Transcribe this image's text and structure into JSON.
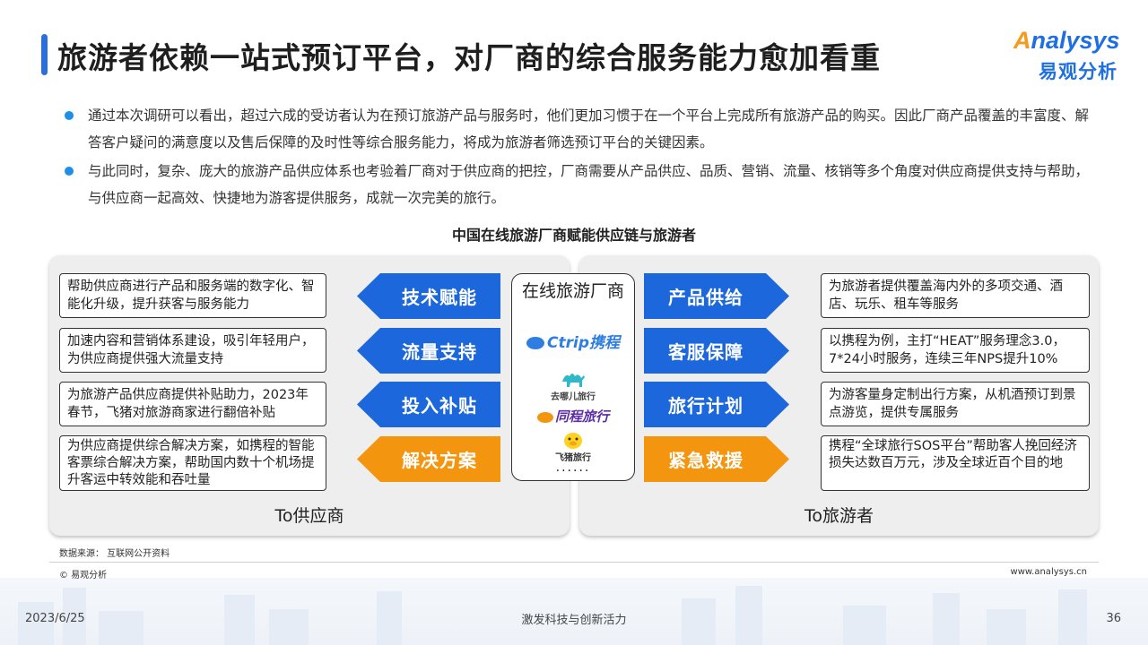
{
  "header": {
    "title": "旅游者依赖一站式预订平台，对厂商的综合服务能力愈加看重",
    "logo_en_a": "A",
    "logo_en_rest": "nalysys",
    "logo_cn": "易观分析"
  },
  "bullets": [
    "通过本次调研可以看出，超过六成的受访者认为在预订旅游产品与服务时，他们更加习惯于在一个平台上完成所有旅游产品的购买。因此厂商产品覆盖的丰富度、解答客户疑问的满意度以及售后保障的及时性等综合服务能力，将成为旅游者筛选预订平台的关键因素。",
    "与此同时，复杂、庞大的旅游产品供应体系也考验着厂商对于供应商的把控，厂商需要从产品供应、品质、营销、流量、核销等多个角度对供应商提供支持与帮助，与供应商一起高效、快捷地为游客提供服务，成就一次完美的旅行。"
  ],
  "diagram": {
    "title": "中国在线旅游厂商赋能供应链与旅游者",
    "left_label": "To供应商",
    "right_label": "To旅游者",
    "center": {
      "title": "在线旅游厂商",
      "brands": {
        "ctrip": "Ctrip携程",
        "qunar": "去哪儿旅行",
        "ly": "同程旅行",
        "fliggy": "飞猪旅行"
      },
      "more": "......"
    },
    "left_items": [
      {
        "desc": "帮助供应商进行产品和服务端的数字化、智能化升级，提升获客与服务能力",
        "arrow": "技术赋能"
      },
      {
        "desc": "加速内容和营销体系建设，吸引年轻用户，为供应商提供强大流量支持",
        "arrow": "流量支持"
      },
      {
        "desc": "为旅游产品供应商提供补贴助力，2023年春节，飞猪对旅游商家进行翻倍补贴",
        "arrow": "投入补贴"
      },
      {
        "desc": "为供应商提供综合解决方案，如携程的智能客票综合解决方案，帮助国内数十个机场提升客运中转效能和吞吐量",
        "arrow": "解决方案"
      }
    ],
    "right_items": [
      {
        "arrow": "产品供给",
        "desc": "为旅游者提供覆盖海内外的多项交通、酒店、玩乐、租车等服务"
      },
      {
        "arrow": "客服保障",
        "desc": "以携程为例，主打“HEAT”服务理念3.0，7*24小时服务，连续三年NPS提升10%"
      },
      {
        "arrow": "旅行计划",
        "desc": "为游客量身定制出行方案，从机酒预订到景点游览，提供专属服务"
      },
      {
        "arrow": "紧急救援",
        "desc": "携程“全球旅行SOS平台”帮助客人挽回经济损失达数百万元，涉及全球近百个目的地"
      }
    ]
  },
  "footer": {
    "source": "数据来源： 互联网公开资料",
    "copyright": "© 易观分析",
    "site": "www.analysys.cn",
    "date": "2023/6/25",
    "slogan": "激发科技与创新活力",
    "page": "36"
  },
  "colors": {
    "blue_arrow": "#1c67db",
    "orange_arrow": "#f4950f",
    "title_accent": "#2a6fdb",
    "bullet_dot": "#1f8ee8"
  }
}
